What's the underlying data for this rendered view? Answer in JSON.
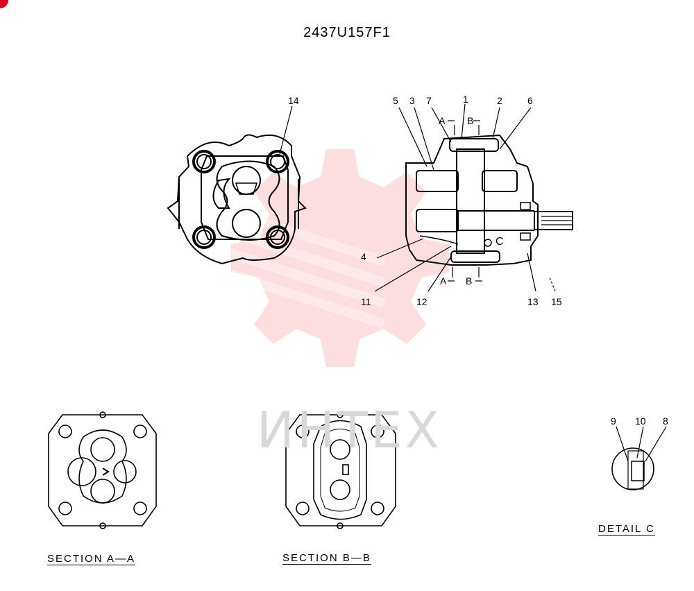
{
  "drawing_number": "2437U157F1",
  "watermark": {
    "text": "ИНТЕХ",
    "color": "#f5a0a0"
  },
  "accent_badge_color": "#d8001c",
  "part_numbers": {
    "p1": "1",
    "p2": "2",
    "p3": "3",
    "p4": "4",
    "p5": "5",
    "p6": "6",
    "p7": "7",
    "p8": "8",
    "p9": "9",
    "p10": "10",
    "p11": "11",
    "p12": "12",
    "p13": "13",
    "p14": "14",
    "p15": "15"
  },
  "section_markers": {
    "a_top": "A",
    "b_top": "B",
    "a_bottom": "A",
    "b_bottom": "B",
    "detail_c": "C"
  },
  "captions": {
    "section_aa": "SECTION A—A",
    "section_bb": "SECTION B—B",
    "detail_c": "DETAIL C"
  }
}
